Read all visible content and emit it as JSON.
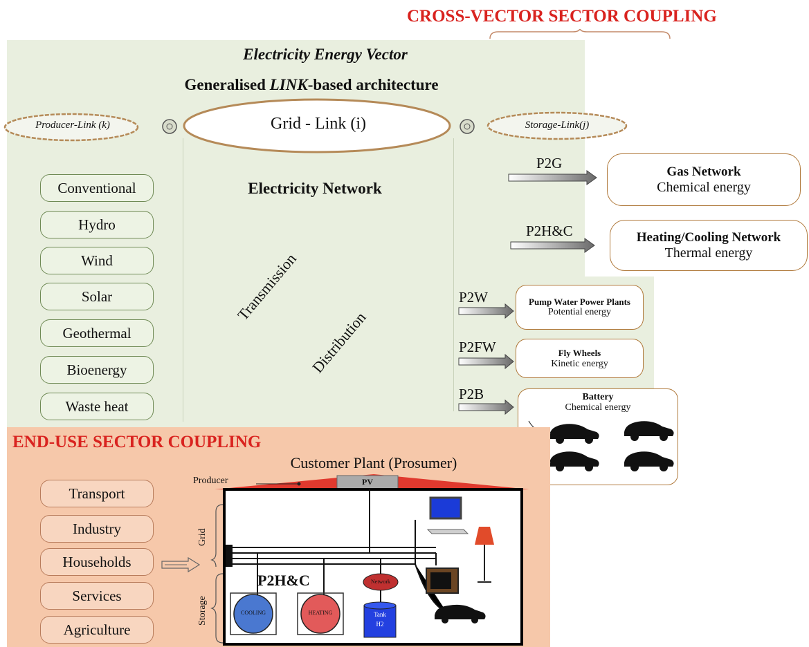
{
  "header": {
    "cross_vector_title": "CROSS-VECTOR SECTOR COUPLING"
  },
  "electricity_panel": {
    "vector_title": "Electricity Energy  Vector",
    "architecture_prefix": "Generalised ",
    "architecture_link": "LINK",
    "architecture_suffix": "-based architecture",
    "producer_link": "Producer-Link (k)",
    "grid_link": "Grid - Link (i)",
    "storage_link": "Storage-Link(j)",
    "network_title": "Electricity Network",
    "transmission": "Transmission",
    "distribution": "Distribution"
  },
  "producers": [
    "Conventional",
    "Hydro",
    "Wind",
    "Solar",
    "Geothermal",
    "Bioenergy",
    "Waste heat"
  ],
  "couplings": [
    {
      "arrow": "P2G",
      "title": "Gas Network",
      "subtitle": "Chemical energy"
    },
    {
      "arrow": "P2H&C",
      "title": "Heating/Cooling Network",
      "subtitle": "Thermal energy"
    },
    {
      "arrow": "P2W",
      "title": "Pump Water Power Plants",
      "subtitle": "Potential energy"
    },
    {
      "arrow": "P2FW",
      "title": "Fly Wheels",
      "subtitle": "Kinetic energy"
    },
    {
      "arrow": "P2B",
      "title": "Battery",
      "subtitle": "Chemical energy"
    }
  ],
  "end_use": {
    "title": "END-USE SECTOR COUPLING",
    "sectors": [
      "Transport",
      "Industry",
      "Households",
      "Services",
      "Agriculture"
    ],
    "customer_plant": "Customer Plant (Prosumer)",
    "producer_label": "Producer",
    "pv_label": "PV",
    "grid_label": "Grid",
    "storage_label": "Storage",
    "p2hc_label": "P2H&C",
    "cooling_label": "COOLING",
    "heating_label": "HEATING",
    "network_label": "Network",
    "tank_label": "Tank",
    "tank_sub": "H2"
  },
  "colors": {
    "accent_red": "#d9231f",
    "green_panel": "#e9efdf",
    "peach_panel": "#f6c8aa"
  }
}
